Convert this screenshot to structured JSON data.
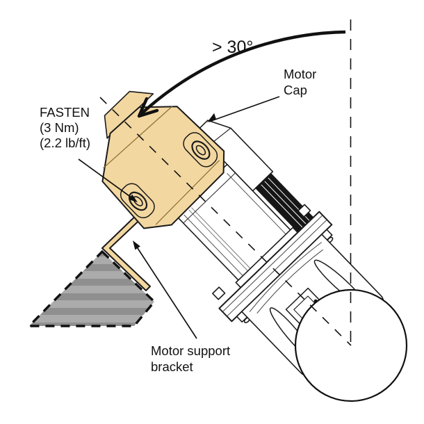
{
  "diagram": {
    "labels": {
      "angle": "> 30°",
      "motor_cap": [
        "Motor",
        "Cap"
      ],
      "fasten": [
        "FASTEN",
        "(3 Nm)",
        "(2.2 lb/ft)"
      ],
      "bracket": [
        "Motor support",
        "bracket"
      ]
    },
    "colors": {
      "cap_fill": "#f2d7a0",
      "surface_light": "#ababab",
      "surface_dark": "#8f8f8f",
      "line": "#111111",
      "background": "#ffffff"
    }
  }
}
